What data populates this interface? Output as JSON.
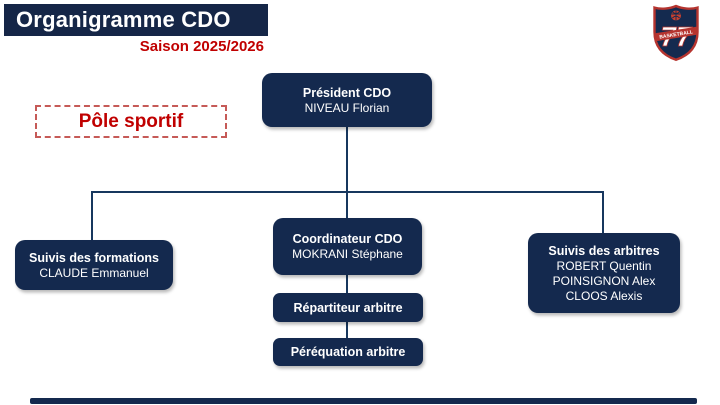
{
  "header": {
    "title": "Organigramme CDO",
    "subtitle": "Saison 2025/2026"
  },
  "pole": {
    "label": "Pôle sportif"
  },
  "logo": {
    "number": "77",
    "banner": "BASKETBALL"
  },
  "org": {
    "president": {
      "title": "Président CDO",
      "name": "NIVEAU Florian"
    },
    "coordinator": {
      "title": "Coordinateur CDO",
      "name": "MOKRANI Stéphane"
    },
    "formations": {
      "title": "Suivis des formations",
      "name": "CLAUDE Emmanuel"
    },
    "arbitres": {
      "title": "Suivis des arbitres",
      "names": [
        "ROBERT Quentin",
        "POINSIGNON Alex",
        "CLOOS Alexis"
      ]
    },
    "repartiteur": {
      "title": "Répartiteur arbitre"
    },
    "perequation": {
      "title": "Péréquation arbitre"
    }
  },
  "colors": {
    "navy": "#14294E",
    "header_navy": "#152647",
    "line_navy": "#17375E",
    "accent_red": "#C00000",
    "dash_red": "#C65A57"
  }
}
